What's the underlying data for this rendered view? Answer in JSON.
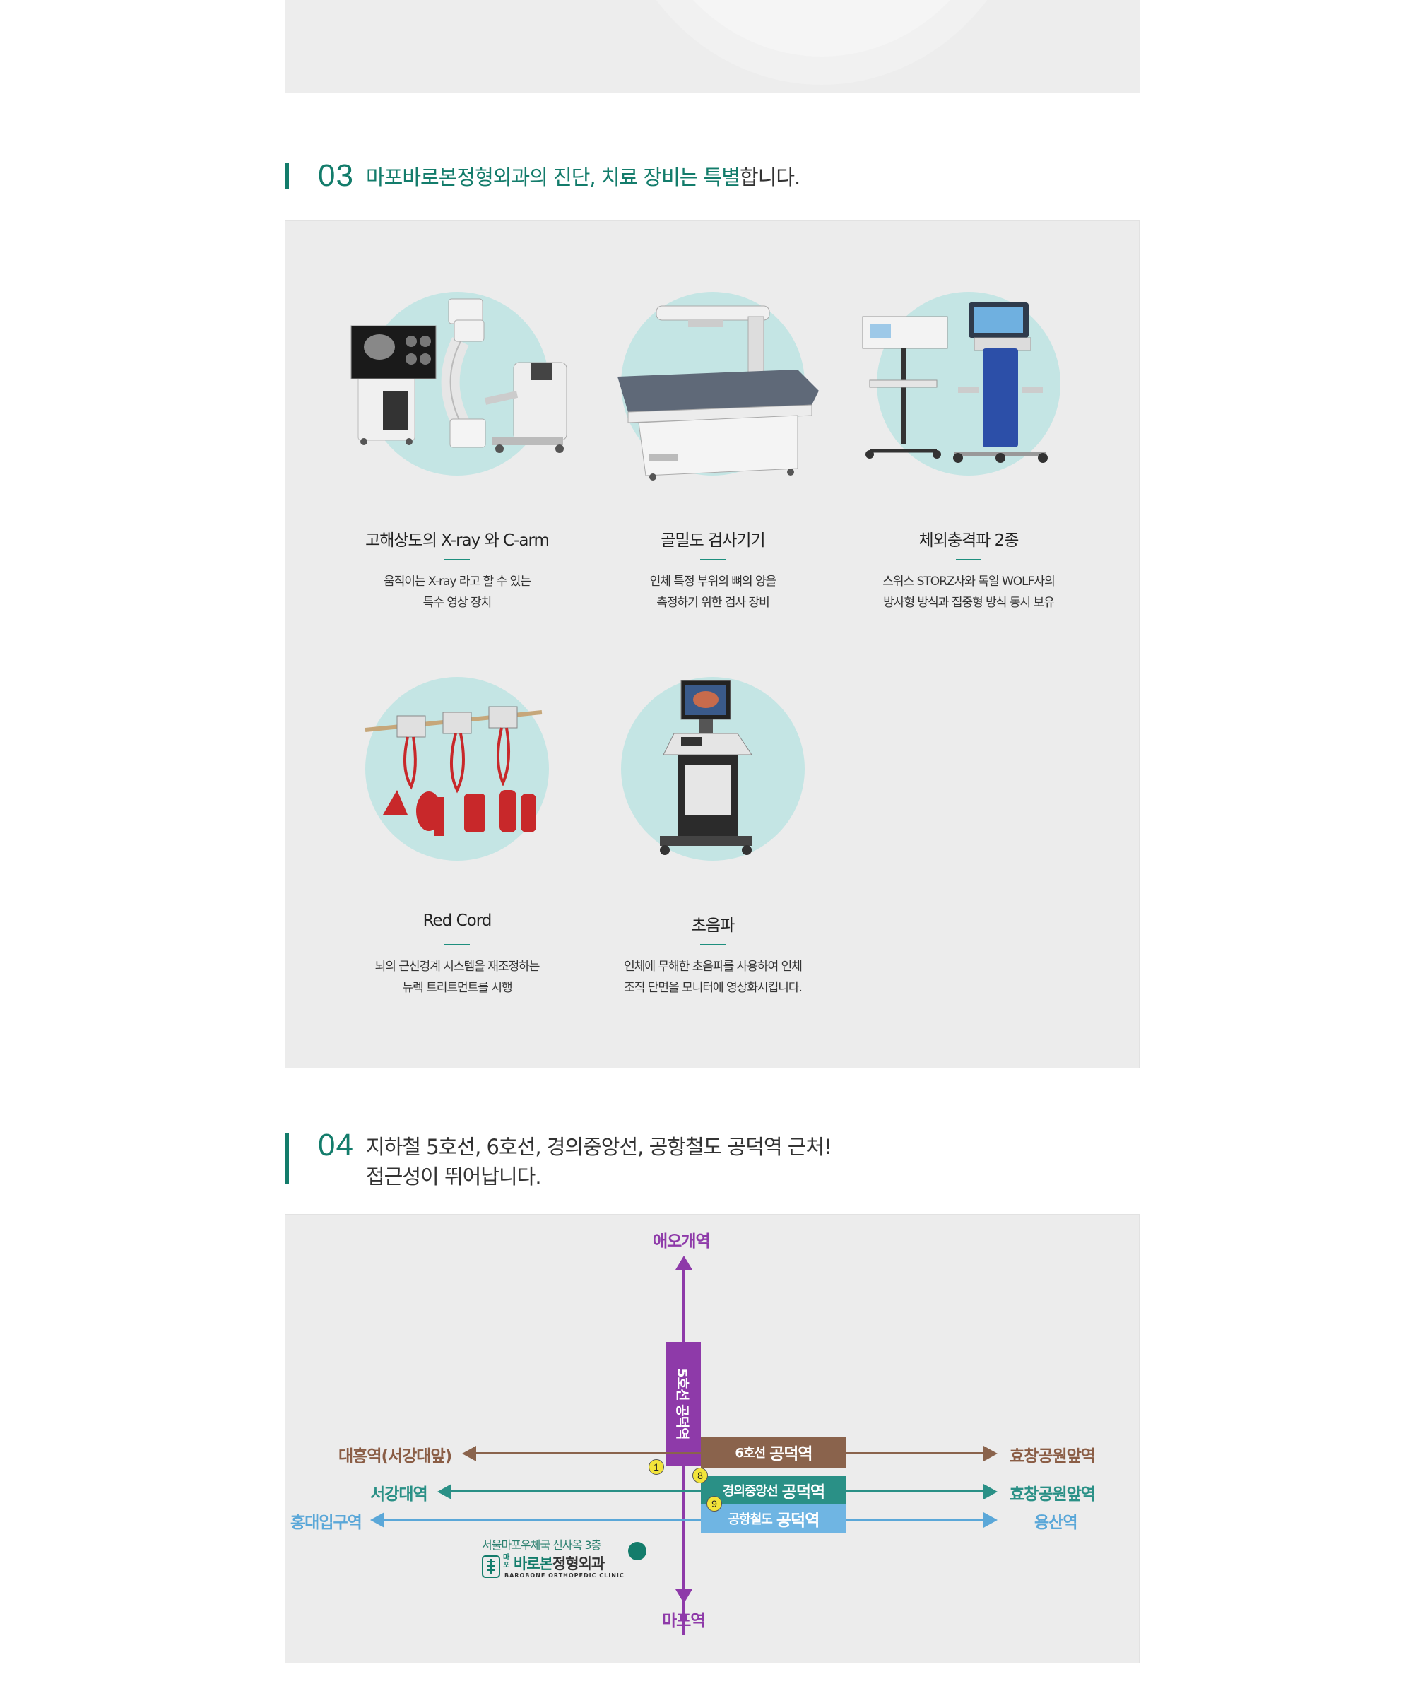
{
  "section03": {
    "number": "03",
    "title_green": "마포바로본정형외과의 진단, 치료 장비는 특별",
    "title_rest": "합니다."
  },
  "equipment": [
    {
      "name": "고해상도의 X-ray 와 C-arm",
      "desc1": "움직이는 X-ray 라고 할 수 있는",
      "desc2": "특수 영상 장치",
      "icon": "c-arm-xray-icon"
    },
    {
      "name": "골밀도 검사기기",
      "desc1": "인체 특정 부위의 뼈의 양을",
      "desc2": "측정하기 위한 검사 장비",
      "icon": "bone-densitometer-icon"
    },
    {
      "name": "체외충격파 2종",
      "desc1": "스위스 STORZ사와 독일 WOLF사의",
      "desc2": "방사형 방식과 집중형 방식 동시 보유",
      "icon": "shockwave-machine-icon"
    },
    {
      "name": "Red Cord",
      "desc1": "뇌의 근신경계 시스템을 재조정하는",
      "desc2": "뉴렉 트리트먼트를 시행",
      "icon": "red-cord-icon"
    },
    {
      "name": "초음파",
      "desc1": "인체에 무해한 초음파를 사용하여 인체",
      "desc2": "조직 단면을 모니터에 영상화시킵니다.",
      "icon": "ultrasound-icon"
    }
  ],
  "section04": {
    "number": "04",
    "line1": "지하철 5호선, 6호선, 경의중앙선, 공항철도 공덕역 근처!",
    "line2": "접근성이 뛰어납니다."
  },
  "map": {
    "north": "애오개역",
    "south": "마포역",
    "line5_label": "5호선 공덕역",
    "line6_small": "6호선",
    "line6_big": "공덕역",
    "line6_west": "대흥역(서강대앞)",
    "line6_east": "효창공원앞역",
    "gyeongui_small": "경의중앙선",
    "gyeongui_big": "공덕역",
    "gyeongui_west": "서강대역",
    "gyeongui_east": "효창공원앞역",
    "airport_small": "공항철도",
    "airport_big": "공덕역",
    "airport_west": "홍대입구역",
    "airport_east": "용산역",
    "exits": [
      "1",
      "8",
      "9"
    ],
    "clinic_address": "서울마포우체국 신사옥 3층",
    "clinic_logo_small1": "마",
    "clinic_logo_small2": "포",
    "clinic_logo_name": "바로본",
    "clinic_logo_rest": "정형외과",
    "clinic_logo_en": "BAROBONE ORTHOPEDIC CLINIC",
    "colors": {
      "line5": "#8e3aa9",
      "line6": "#8a634c",
      "gyeongui": "#2a9086",
      "airport": "#5aa7d8"
    }
  }
}
